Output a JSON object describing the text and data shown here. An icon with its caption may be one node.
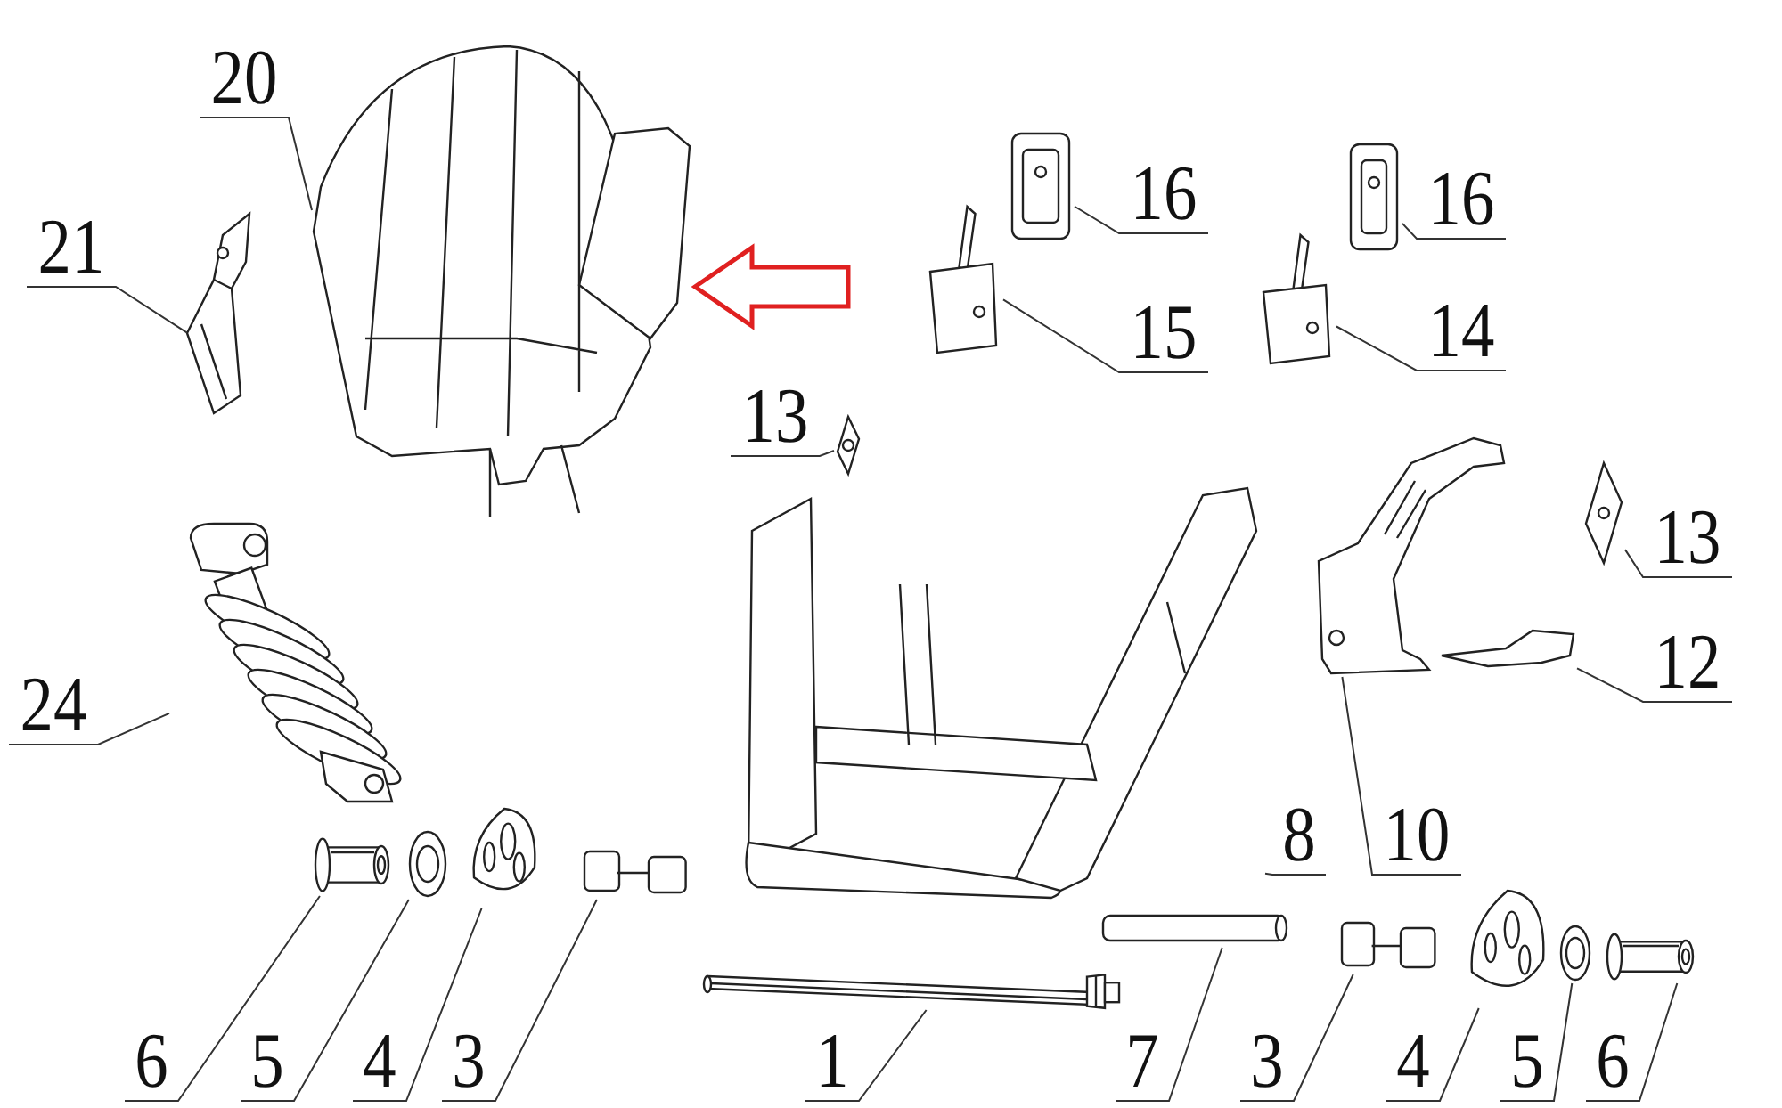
{
  "diagram": {
    "nodes": [
      {
        "text": [
          "20"
        ]
      },
      {
        "text": [],
        "shape": "picture"
      },
      {
        "text": [
          "21"
        ]
      },
      {
        "text": [],
        "shape": "picture"
      },
      {
        "text": [
          "16"
        ]
      },
      {
        "text": [],
        "shape": "picture"
      },
      {
        "text": [
          "16"
        ]
      },
      {
        "text": [],
        "shape": "picture"
      },
      {
        "text": [
          "15"
        ]
      },
      {
        "text": [],
        "shape": "picture"
      },
      {
        "text": [
          "14"
        ]
      },
      {
        "text": [],
        "shape": "picture"
      },
      {
        "text": [
          "13"
        ]
      },
      {
        "text": [],
        "shape": "picture"
      },
      {
        "text": [
          "13"
        ]
      },
      {
        "text": [],
        "shape": "picture"
      },
      {
        "text": [
          "24"
        ]
      },
      {
        "text": [],
        "shape": "picture"
      },
      {
        "text": [
          "12"
        ]
      },
      {
        "text": [],
        "shape": "picture"
      },
      {
        "text": [
          "10"
        ]
      },
      {
        "text": [],
        "shape": "picture"
      },
      {
        "text": [
          "8"
        ]
      },
      {
        "text": [],
        "shape": "picture"
      },
      {
        "text": [
          "6"
        ]
      },
      {
        "text": [],
        "shape": "picture"
      },
      {
        "text": [
          "5"
        ]
      },
      {
        "text": [],
        "shape": "picture"
      },
      {
        "text": [
          "4"
        ]
      },
      {
        "text": [],
        "shape": "picture"
      },
      {
        "text": [
          "3"
        ]
      },
      {
        "text": [],
        "shape": "picture"
      },
      {
        "text": [
          "1"
        ]
      },
      {
        "text": [],
        "shape": "picture"
      },
      {
        "text": [
          "7"
        ]
      },
      {
        "text": [],
        "shape": "picture"
      },
      {
        "text": [
          "3"
        ]
      },
      {
        "text": [],
        "shape": "picture"
      },
      {
        "text": [
          "4"
        ]
      },
      {
        "text": [],
        "shape": "picture"
      },
      {
        "text": [
          "5"
        ]
      },
      {
        "text": [],
        "shape": "picture"
      },
      {
        "text": [
          "6"
        ]
      },
      {
        "text": [],
        "shape": "picture"
      }
    ],
    "edges": [
      {
        "from": 0,
        "to": 1,
        "arrow": "none"
      },
      {
        "from": 2,
        "to": 3,
        "arrow": "none"
      },
      {
        "from": 4,
        "to": 5,
        "arrow": "none"
      },
      {
        "from": 6,
        "to": 7,
        "arrow": "none"
      },
      {
        "from": 8,
        "to": 9,
        "arrow": "none"
      },
      {
        "from": 10,
        "to": 11,
        "arrow": "none"
      },
      {
        "from": 12,
        "to": 13,
        "arrow": "none"
      },
      {
        "from": 14,
        "to": 15,
        "arrow": "none"
      },
      {
        "from": 16,
        "to": 17,
        "arrow": "none"
      },
      {
        "from": 18,
        "to": 19,
        "arrow": "none"
      },
      {
        "from": 20,
        "to": 21,
        "arrow": "none"
      },
      {
        "from": 22,
        "to": 23,
        "arrow": "none"
      },
      {
        "from": 24,
        "to": 25,
        "arrow": "none"
      },
      {
        "from": 26,
        "to": 27,
        "arrow": "none"
      },
      {
        "from": 28,
        "to": 29,
        "arrow": "none"
      },
      {
        "from": 30,
        "to": 31,
        "arrow": "none"
      },
      {
        "from": 32,
        "to": 33,
        "arrow": "none"
      },
      {
        "from": 34,
        "to": 35,
        "arrow": "none"
      },
      {
        "from": 36,
        "to": 37,
        "arrow": "none"
      },
      {
        "from": 38,
        "to": 39,
        "arrow": "none"
      },
      {
        "from": 40,
        "to": 41,
        "arrow": "none"
      },
      {
        "from": 42,
        "to": 43,
        "arrow": "none"
      },
      {
        "from": null,
        "to": 1,
        "arrow": "to",
        "style": "thick",
        "color": "#e02020"
      }
    ]
  }
}
